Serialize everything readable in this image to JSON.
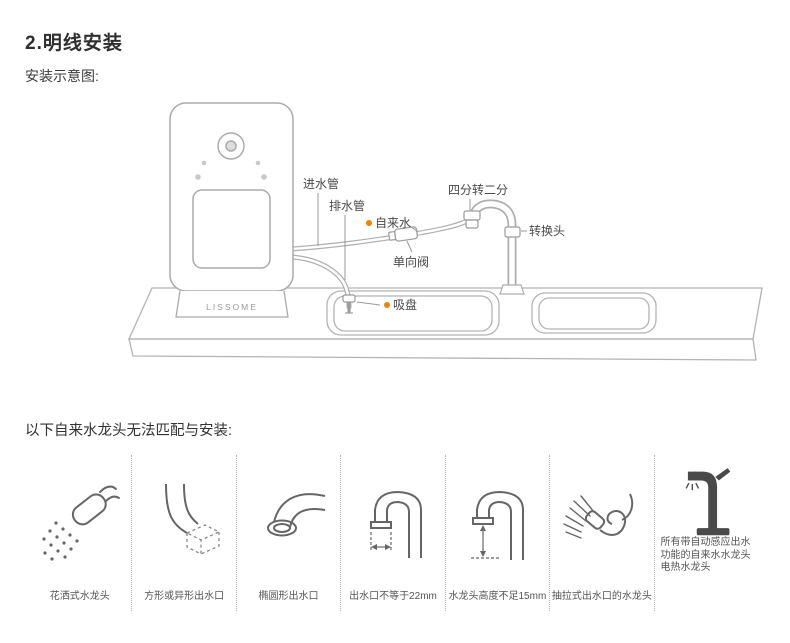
{
  "page": {
    "title": "2.明线安装",
    "subtitle": "安装示意图:",
    "incompatible_title": "以下自来水龙头无法匹配与安装:"
  },
  "diagram": {
    "brand": "LISSOME",
    "accent_color": "#f08200",
    "line_color": "#b3b3b3",
    "labels": {
      "inlet_pipe": "进水管",
      "drain_pipe": "排水管",
      "tap_water": "自来水",
      "adapter_4to2": "四分转二分",
      "converter_head": "转换头",
      "one_way_valve": "单向阀",
      "suction_cup": "吸盘"
    }
  },
  "incompatible_faucets": [
    {
      "icon": "shower-head-faucet-icon",
      "label": "花洒式水龙头"
    },
    {
      "icon": "square-outlet-faucet-icon",
      "label": "方形或异形出水口"
    },
    {
      "icon": "oval-outlet-faucet-icon",
      "label": "椭圆形出水口"
    },
    {
      "icon": "outlet-width-faucet-icon",
      "label": "出水口不等于22mm"
    },
    {
      "icon": "low-height-faucet-icon",
      "label": "水龙头高度不足15mm"
    },
    {
      "icon": "pull-out-faucet-icon",
      "label": "抽拉式出水口的水龙头"
    },
    {
      "icon": "sensor-faucet-icon",
      "label": "所有带自动感应出水功能的自来水水龙头电热水龙头"
    }
  ]
}
